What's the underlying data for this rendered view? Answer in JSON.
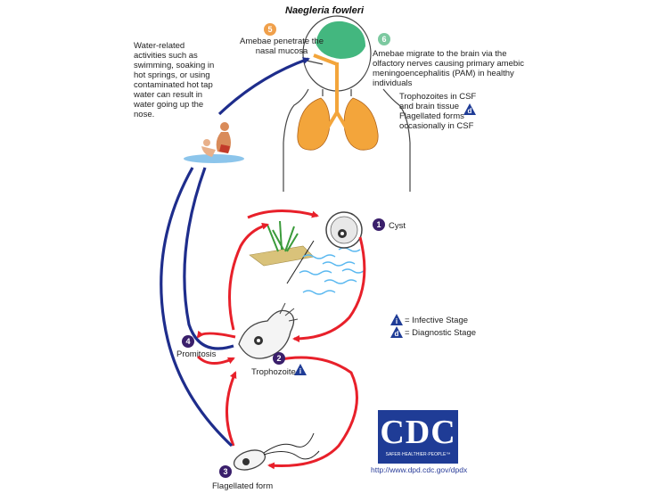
{
  "title": "Naegleria fowleri",
  "steps": {
    "s1": {
      "num": "1",
      "label": "Cyst"
    },
    "s2": {
      "num": "2",
      "label": "Trophozoite"
    },
    "s3": {
      "num": "3",
      "label": "Flagellated form"
    },
    "s4": {
      "num": "4",
      "label": "Promitosis"
    },
    "s5": {
      "num": "5",
      "label": "Amebae penetrate the nasal mucosa"
    },
    "s6": {
      "num": "6",
      "label": "Amebae migrate to the brain via the olfactory nerves causing primary amebic meningoencephalitis (PAM) in healthy individuals"
    }
  },
  "water_note": "Water-related activities such as swimming, soaking in hot springs, or using contaminated hot tap water can result in water going up the nose.",
  "diagnostic_note": "Trophozoites in CSF and brain tissue Flagellated forms occasionally in CSF",
  "legend": {
    "infective_symbol": "i",
    "infective_label": "= Infective Stage",
    "diagnostic_symbol": "d",
    "diagnostic_label": "= Diagnostic Stage"
  },
  "cdc": {
    "logo_text": "CDC",
    "tagline": "SAFER·HEALTHIER·PEOPLE™",
    "url": "http://www.dpd.cdc.gov/dpdx"
  },
  "colors": {
    "red_arrow": "#e8202a",
    "blue_arrow": "#1e2d8c",
    "step_orange": "#f0a04b",
    "step_green": "#7cc9a0",
    "step_purple": "#3a1f6b",
    "cdc_blue": "#1f3c96"
  }
}
